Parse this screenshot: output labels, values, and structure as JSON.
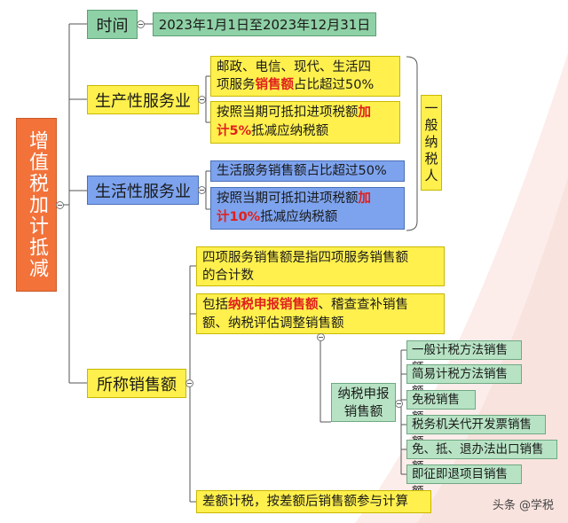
{
  "root": "增值税加计抵减",
  "side_label": "一般纳税人",
  "time": {
    "label": "时间",
    "value": "2023年1月1日至2023年12月31日"
  },
  "production": {
    "label": "生产性服务业",
    "cond1_a": "邮政、电信、现代、生活四",
    "cond1_b": "项服务",
    "cond1_red": "销售额",
    "cond1_c": "占比超过50%",
    "cond2_a": "按照当期可抵扣进项税额",
    "cond2_red1": "加",
    "cond2_red2": "计5%",
    "cond2_b": "抵减应纳税额"
  },
  "living": {
    "label": "生活性服务业",
    "cond1": "生活服务销售额占比超过50%",
    "cond2_a": "按照当期可抵扣进项税额",
    "cond2_red1": "加",
    "cond2_red2": "计10%",
    "cond2_b": "抵减应纳税额"
  },
  "sales": {
    "label": "所称销售额",
    "def_a": "四项服务销售额是指四项服务销售额",
    "def_b": "的合计数",
    "incl_a": "包括",
    "incl_red": "纳税申报销售额",
    "incl_b": "、稽查查补销售",
    "incl_c": "额、纳税评估调整销售额",
    "report_label_a": "纳税申报",
    "report_label_b": "销售额",
    "report_items": [
      "一般计税方法销售额",
      "简易计税方法销售额",
      "免税销售额",
      "税务机关代开发票销售额",
      "免、抵、退办法出口销售额",
      "即征即退项目销售额"
    ],
    "diff": "差额计税，按差额后销售额参与计算"
  },
  "watermark": "头条 @学税"
}
